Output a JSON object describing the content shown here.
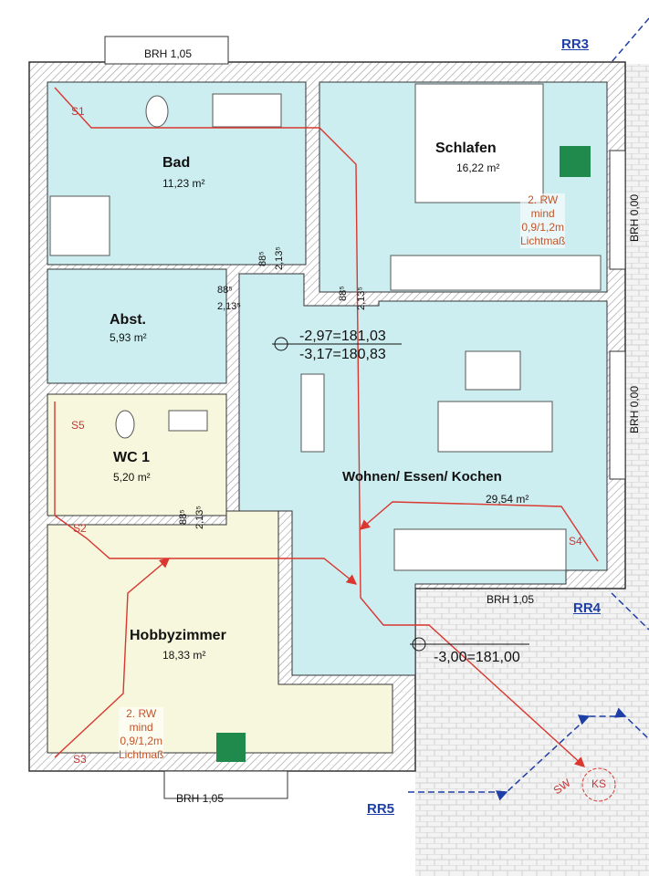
{
  "rooms": [
    {
      "name": "Bad",
      "area": "11,23 m²"
    },
    {
      "name": "Schlafen",
      "area": "16,22 m²"
    },
    {
      "name": "Abst.",
      "area": "5,93 m²"
    },
    {
      "name": "WC 1",
      "area": "5,20 m²"
    },
    {
      "name": "Wohnen/ Essen/ Kochen",
      "area": "29,54 m²"
    },
    {
      "name": "Hobbyzimmer",
      "area": "18,33 m²"
    }
  ],
  "windows": {
    "top": "BRH 1,05",
    "right_upper": "BRH 0,00",
    "right_lower": "BRH 0,00",
    "terrace": "BRH 1,05",
    "bottom": "BRH 1,05"
  },
  "escape_route_notes": [
    {
      "line1": "2. RW",
      "line2": "mind",
      "line3": "0,9/1,2m",
      "line4": "Lichtmaß"
    },
    {
      "line1": "2. RW",
      "line2": "mind",
      "line3": "0,9/1,2m",
      "line4": "Lichtmaß"
    }
  ],
  "routes": [
    "RR3",
    "RR4",
    "RR5"
  ],
  "smoke_detectors": [
    "S1",
    "S2",
    "S3",
    "S4",
    "S5"
  ],
  "levels": {
    "main_line1": "-2,97=181,03",
    "main_line2": "-3,17=180,83",
    "terrace": "-3,00=181,00"
  },
  "doors": {
    "width": "88⁵",
    "height": "2,13⁵"
  },
  "exterior": {
    "sewer_label": "SW",
    "manhole_label": "KS"
  },
  "colors": {
    "living": "#cdeef1",
    "hobby": "#f7f7dd",
    "route": "#d9372f",
    "rr": "#1f3fa8"
  }
}
